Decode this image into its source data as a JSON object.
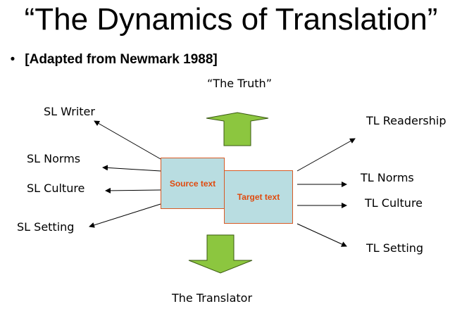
{
  "slide": {
    "title": "“The Dynamics of Translation”",
    "bullet_symbol": "•",
    "bullet_text": "[Adapted from Newmark 1988]"
  },
  "diagram": {
    "top_label": "“The Truth”",
    "bottom_label": "The Translator",
    "source_box": "Source text",
    "target_box": "Target text",
    "left_labels": [
      "SL Writer",
      "SL Norms",
      "SL Culture",
      "SL Setting"
    ],
    "right_labels": [
      "TL Readership",
      "TL Norms",
      "TL Culture",
      "TL Setting"
    ],
    "colors": {
      "box_fill": "#b9dde1",
      "box_border": "#d75a25",
      "box_text": "#e04a0e",
      "arrow_fill": "#8cc63f"
    }
  }
}
